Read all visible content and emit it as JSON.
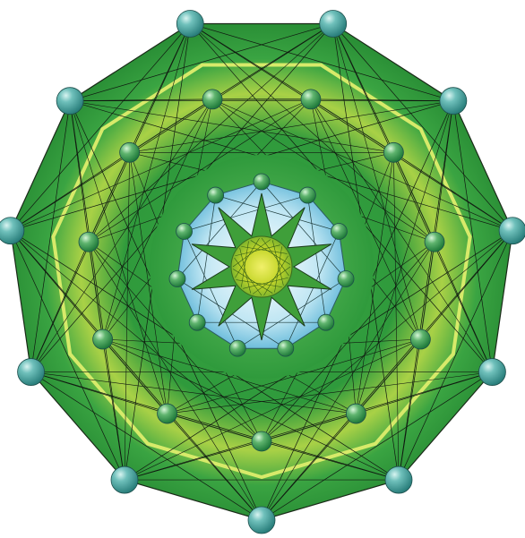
{
  "figure": {
    "subject": "geometric-mandala",
    "outer_rings": {
      "outer": {
        "vertex_count": 11
      },
      "middle": {
        "vertex_count": 11
      },
      "inner": {
        "vertex_count": 11
      }
    },
    "center_star": {
      "points": 10
    },
    "colors": {
      "background": "#ffffff",
      "outer_fill": "#2e9a3c",
      "band_light": "#b7d84a",
      "mid_fill": "#3aa542",
      "core_glow": "#e6f3dc",
      "blue_ring": "#8fd0e8",
      "star_fill": "#3f9f3a",
      "center_fill": "#c7d62a",
      "sphere": "#4aa6a2",
      "line": "#101810"
    }
  }
}
